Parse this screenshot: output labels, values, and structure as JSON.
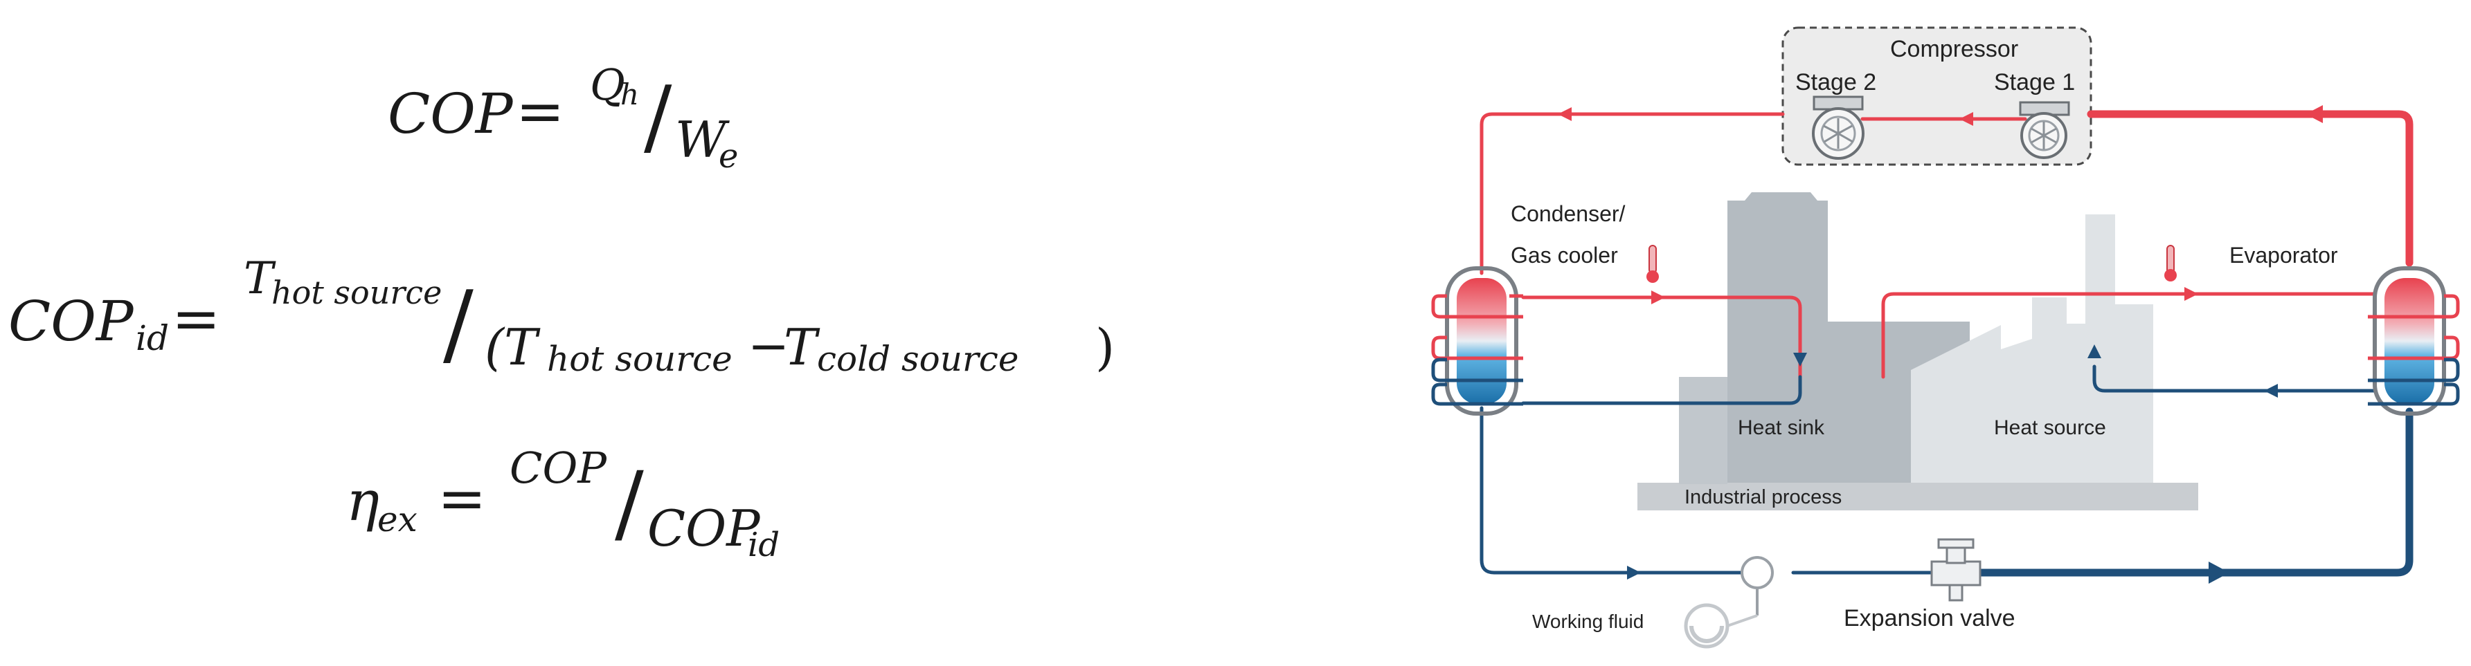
{
  "equations": {
    "cop": {
      "lhs": "COP",
      "eq": "=",
      "num": "Q",
      "num_sub": "h",
      "den": "W",
      "den_sub": "e"
    },
    "cop_id": {
      "lhs": "COP",
      "lhs_sub": "id",
      "eq": "=",
      "num": "T",
      "num_sub": "hot source",
      "den_open": "(T",
      "den_sub1": "hot source",
      "minus": "−",
      "den_t2": "T",
      "den_sub2": "cold source",
      "den_close": ")"
    },
    "eta": {
      "lhs": "η",
      "lhs_sub": "ex",
      "eq": "=",
      "num": "COP",
      "den": "COP",
      "den_sub": "id"
    }
  },
  "diagram": {
    "compressor_label": "Compressor",
    "stage2_label": "Stage 2",
    "stage1_label": "Stage 1",
    "condenser_label_line1": "Condenser/",
    "condenser_label_line2": "Gas cooler",
    "evaporator_label": "Evaporator",
    "heat_sink_label": "Heat sink",
    "heat_source_label": "Heat source",
    "industrial_process_label": "Industrial process",
    "working_fluid_label": "Working fluid",
    "expansion_valve_label": "Expansion valve"
  },
  "colors": {
    "hot_line": "#e8424f",
    "cold_line": "#1f4f7a",
    "factory_dark": "#b4bbc1",
    "factory_light": "#dfe3e6",
    "platform": "#c9cdd1",
    "compressor_box": "#ececec"
  }
}
